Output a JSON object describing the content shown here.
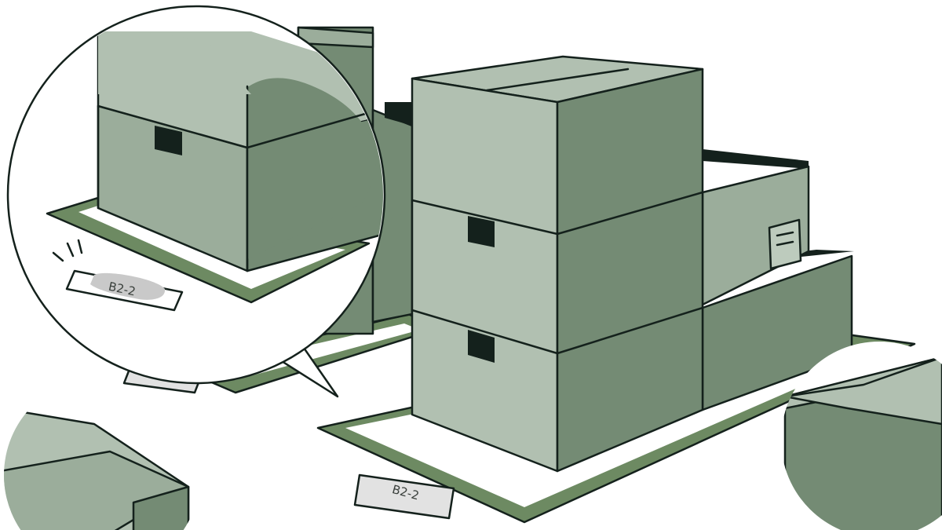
{
  "scene": {
    "floor_labels": {
      "zoom_label": "B2-2",
      "main_label": "B2-2",
      "back_label": ""
    },
    "colors": {
      "ink": "#14211c",
      "box_light": "#b1c0b1",
      "box_mid": "#9bad9b",
      "box_dark": "#748b74",
      "floor_tape": "#6d8a62",
      "label_fill": "#e2e2e2",
      "background": "#ffffff"
    },
    "icons": [
      "callout-bubble",
      "attention-tick-marks"
    ]
  }
}
